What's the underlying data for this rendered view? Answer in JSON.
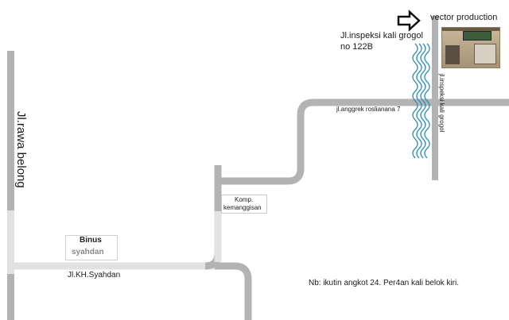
{
  "map": {
    "labels": {
      "vector_production": "vector production",
      "destination_address_line1": "Jl.inspeksi kali grogol",
      "destination_address_line2": "no 122B",
      "jl_anggrek": "jl.anggrek roslianana 7",
      "jl_inspeksi_vertical": "jl.inspeksi kali grogol",
      "jl_rawa_belong": "Jl.rawa belong",
      "komp_line1": "Komp.",
      "komp_line2": "kemanggisan",
      "binus_line1": "Binus",
      "binus_line2": "syahdan",
      "jl_kh_syahdan": "Jl.KH.Syahdan"
    },
    "note": "Nb: ikutin angkot 24. Per4an kali belok kiri.",
    "icons": {
      "arrow": "right-arrow-icon",
      "river": "river-waves-icon",
      "building_photo": "building-photo-icon"
    },
    "colors": {
      "road": "#b3b3b3",
      "road_light": "#e2e2e2",
      "river": "#2a8fb7",
      "text": "#1a1a1a"
    }
  }
}
